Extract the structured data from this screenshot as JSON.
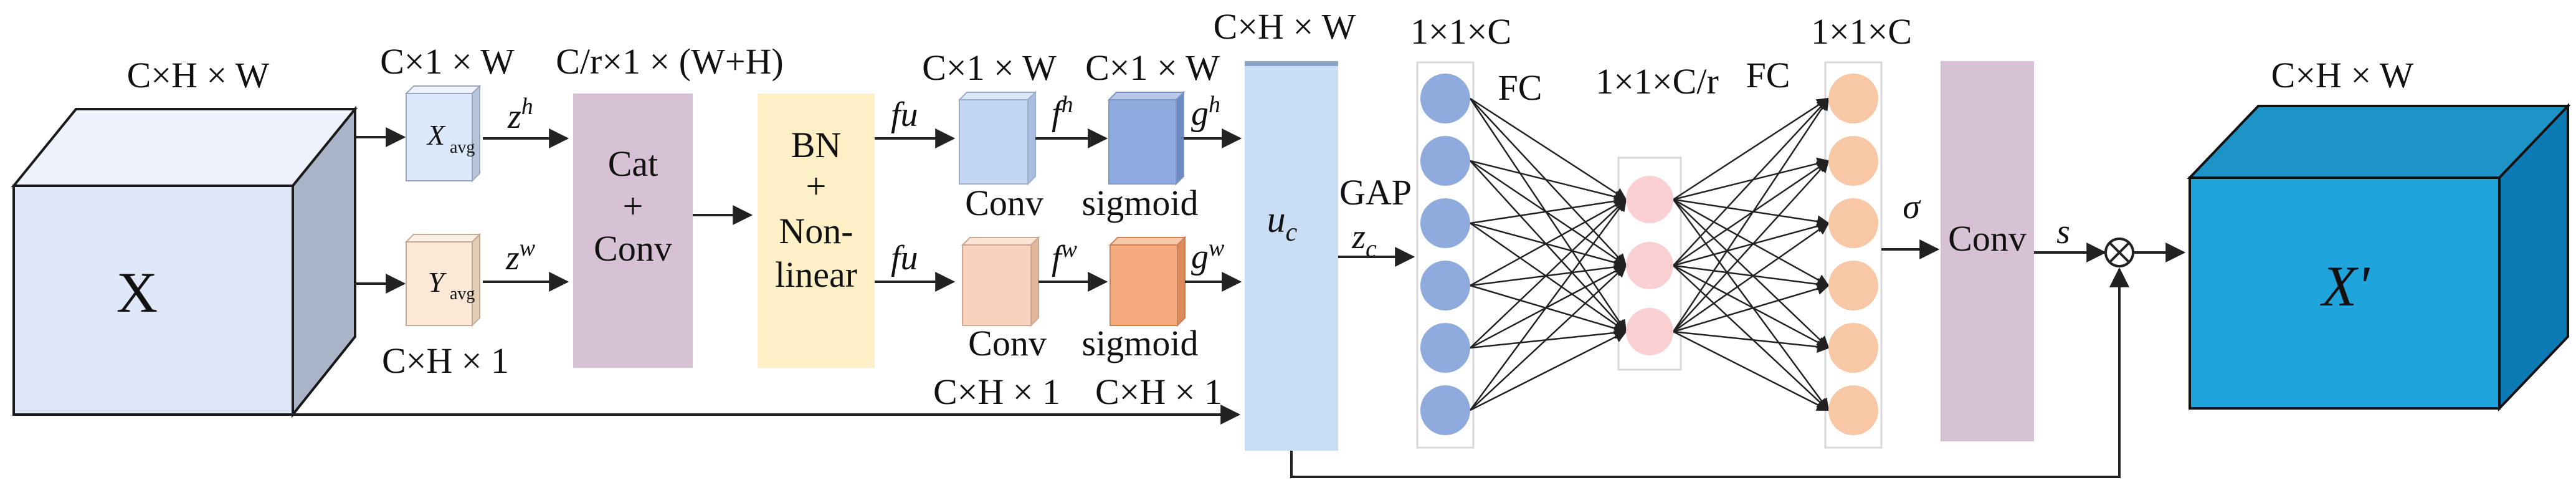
{
  "colors": {
    "input_cube_front": "#dfe8f9",
    "input_cube_top": "#eef2fc",
    "input_cube_side": "#aab4c8",
    "xavg_box": "#dbe9fb",
    "yavg_box": "#fbe8d6",
    "catconv_box": "#d6c2d4",
    "bn_box": "#fdf0c6",
    "conv_h": "#c3d6f4",
    "sig_h": "#8eaadf",
    "conv_w": "#f9d2bd",
    "sig_w": "#f5aa7e",
    "uc_box": "#c9def4",
    "fc_blue_node": "#8fabdd",
    "fc_pink_node": "#f9cfd2",
    "fc_orange_node": "#f7c7a6",
    "conv_final": "#d6c2d4",
    "output_front": "#20a4dc",
    "output_top": "#1d93c8",
    "output_side": "#0c7ab5",
    "line": "#222222"
  },
  "diagram": {
    "input": {
      "dims_label": "C×H × W",
      "symbol": "X"
    },
    "x_avg": {
      "dims_label": "C×1 × W",
      "symbol": "X",
      "subscript": "avg"
    },
    "y_avg": {
      "dims_label": "C×H × 1",
      "symbol": "Y",
      "subscript": "avg"
    },
    "z_h": {
      "base": "z",
      "sup": "h"
    },
    "z_w": {
      "base": "z",
      "sup": "w"
    },
    "cat_conv": {
      "dims_label": "C/r×1 × (W+H)",
      "line1": "Cat",
      "line2": "+",
      "line3": "Conv"
    },
    "bn": {
      "line1": "BN",
      "line2": "+",
      "line3": "Non-",
      "line4": "linear"
    },
    "fu_top": "fu",
    "fu_bottom": "fu",
    "branch_h": {
      "conv_dims": "C×1 × W",
      "sig_dims": "C×1 × W",
      "f_base": "f",
      "f_sup": "h",
      "g_base": "g",
      "g_sup": "h",
      "conv_label": "Conv",
      "sig_label": "sigmoid"
    },
    "branch_w": {
      "f_base": "f",
      "f_sup": "w",
      "g_base": "g",
      "g_sup": "w",
      "conv_label": "Conv",
      "sig_label": "sigmoid"
    },
    "skip_labels": {
      "left": "C×H × 1",
      "right": "C×H × 1"
    },
    "uc": {
      "dims_label": "C×H × W",
      "base": "u",
      "sub": "c"
    },
    "gap": {
      "label": "GAP",
      "z_base": "z",
      "z_sub": "c"
    },
    "fc1": {
      "dims_label": "1×1×C",
      "fc_label": "FC",
      "nodes": 6
    },
    "fc2": {
      "dims_label": "1×1×C/r",
      "fc_label": "FC",
      "nodes": 3
    },
    "fc3": {
      "dims_label": "1×1×C",
      "nodes": 6
    },
    "sigma": "σ",
    "conv_final": {
      "label": "Conv"
    },
    "s_label": "s",
    "multiply_symbol": "⊗",
    "output": {
      "dims_label": "C×H × W",
      "symbol": "X'"
    }
  }
}
